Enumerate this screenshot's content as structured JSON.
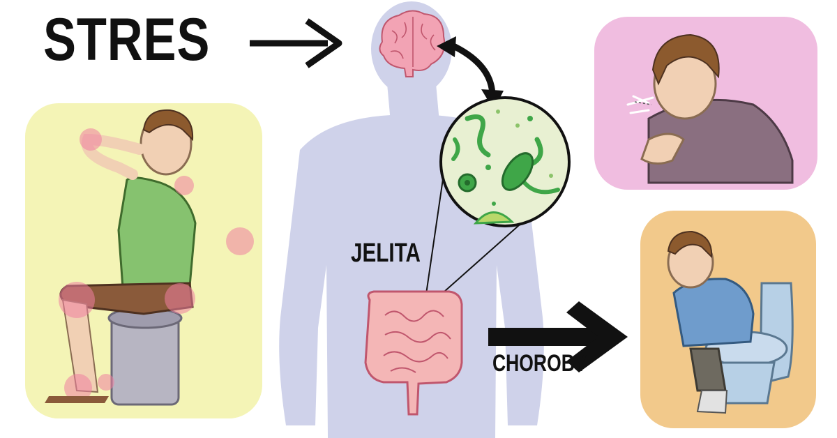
{
  "labels": {
    "stres": "STRES",
    "jelita": "JELITA",
    "choroby": "CHOROBY"
  },
  "colors": {
    "silhouette": "#cfd2ea",
    "brain": "#f2a3b4",
    "intestine": "#f4b6b6",
    "microbiome_bg": "#e8f0d2",
    "bacteria": "#3fa648",
    "panel_yellow": "#f4f4b6",
    "panel_pink": "#f0bde0",
    "panel_orange": "#f2c98b",
    "arrow": "#111111"
  },
  "icons": {
    "stress_arrow": "arrow-right-icon",
    "brain_gut_link": "double-arrow-icon",
    "disease_arrow": "thick-arrow-right-icon"
  }
}
